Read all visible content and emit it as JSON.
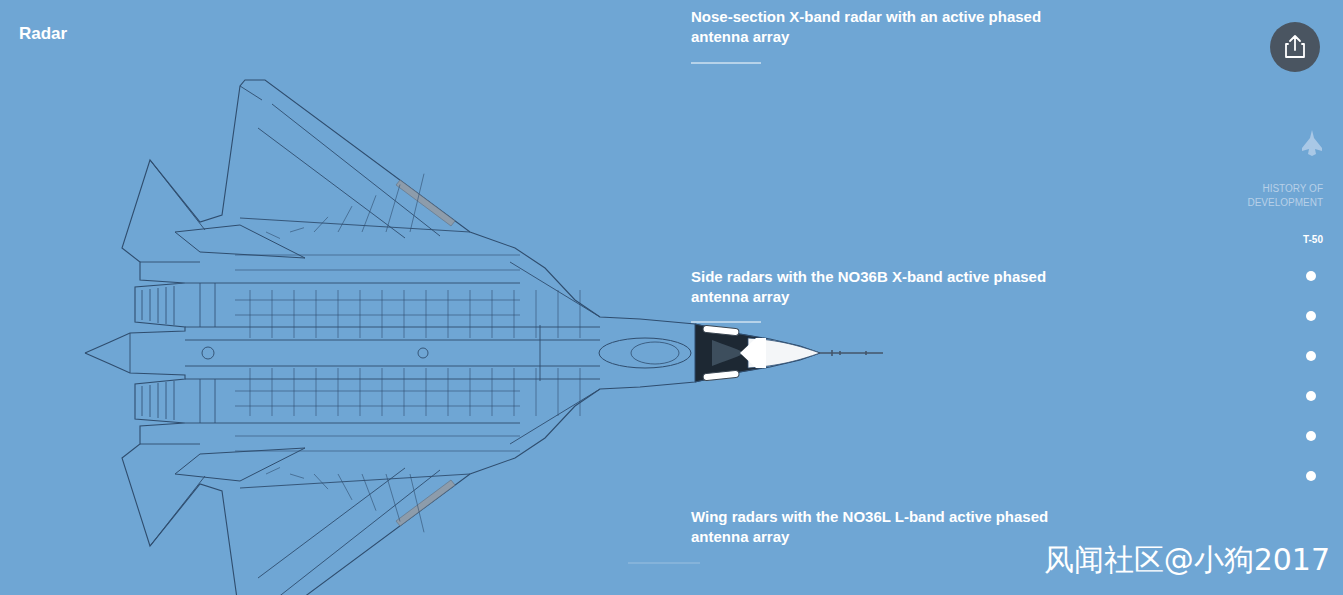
{
  "diagram": {
    "title": "Radar",
    "labels": [
      "Nose-section X-band radar with an active phased antenna array",
      "Side radars with the NO36B X-band active phased antenna array",
      "Wing radars with the NO36L L-band active phased antenna array",
      "HISTORY OF DEVELOPMENT",
      "T-50",
      "风闻社区@小狗2017"
    ]
  }
}
